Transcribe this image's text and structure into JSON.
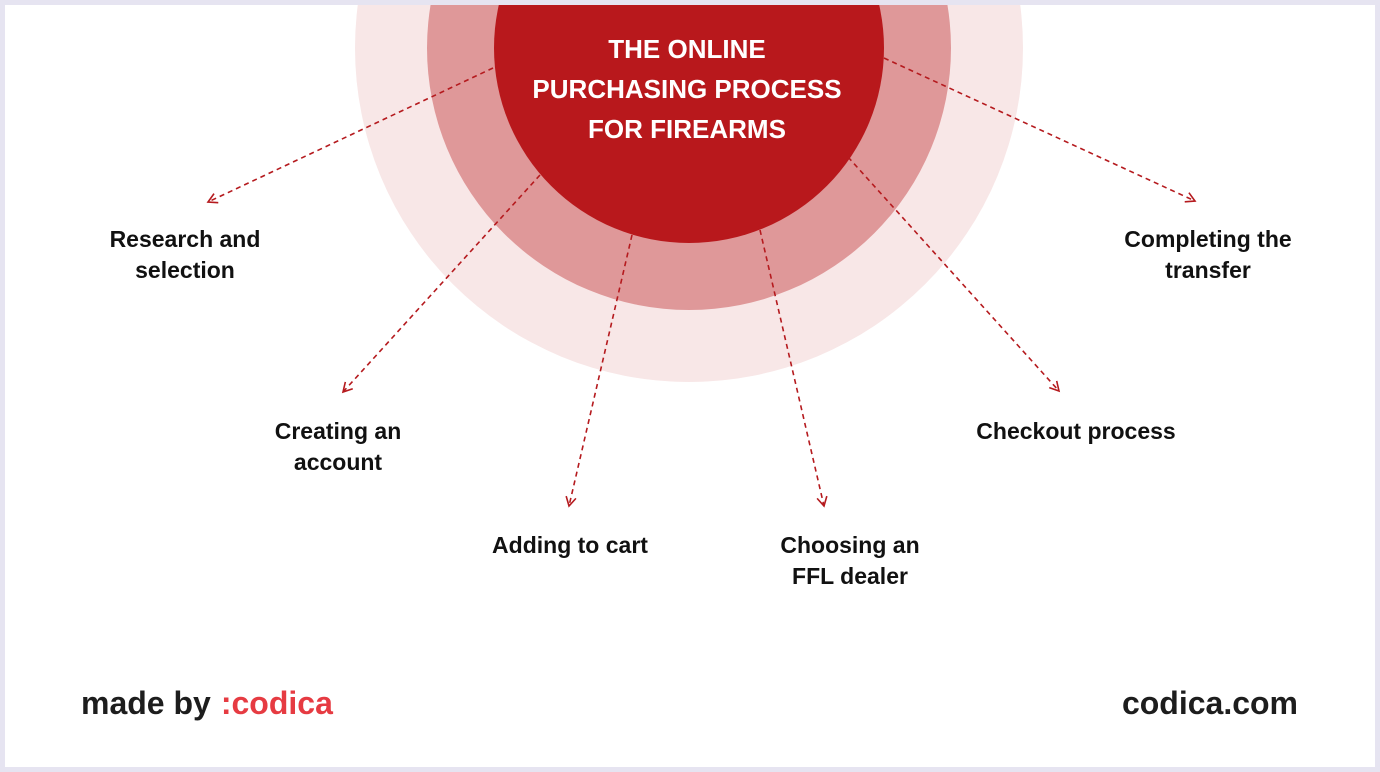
{
  "title": [
    "THE ONLINE",
    "PURCHASING PROCESS",
    "FOR FIREARMS"
  ],
  "steps": {
    "research": [
      "Research and",
      "selection"
    ],
    "account": [
      "Creating an",
      "account"
    ],
    "cart": [
      "Adding to cart"
    ],
    "dealer": [
      "Choosing an",
      "FFL dealer"
    ],
    "checkout": [
      "Checkout process"
    ],
    "transfer": [
      "Completing the",
      "transfer"
    ]
  },
  "footer": {
    "made_by": "made by",
    "brand": ":codica",
    "site": "codica.com"
  },
  "colors": {
    "center": "#b8181c",
    "middle_ring": "#df9899",
    "outer_ring": "#f8e7e7",
    "arrow": "#b51a1e",
    "brand": "#e63b42"
  }
}
